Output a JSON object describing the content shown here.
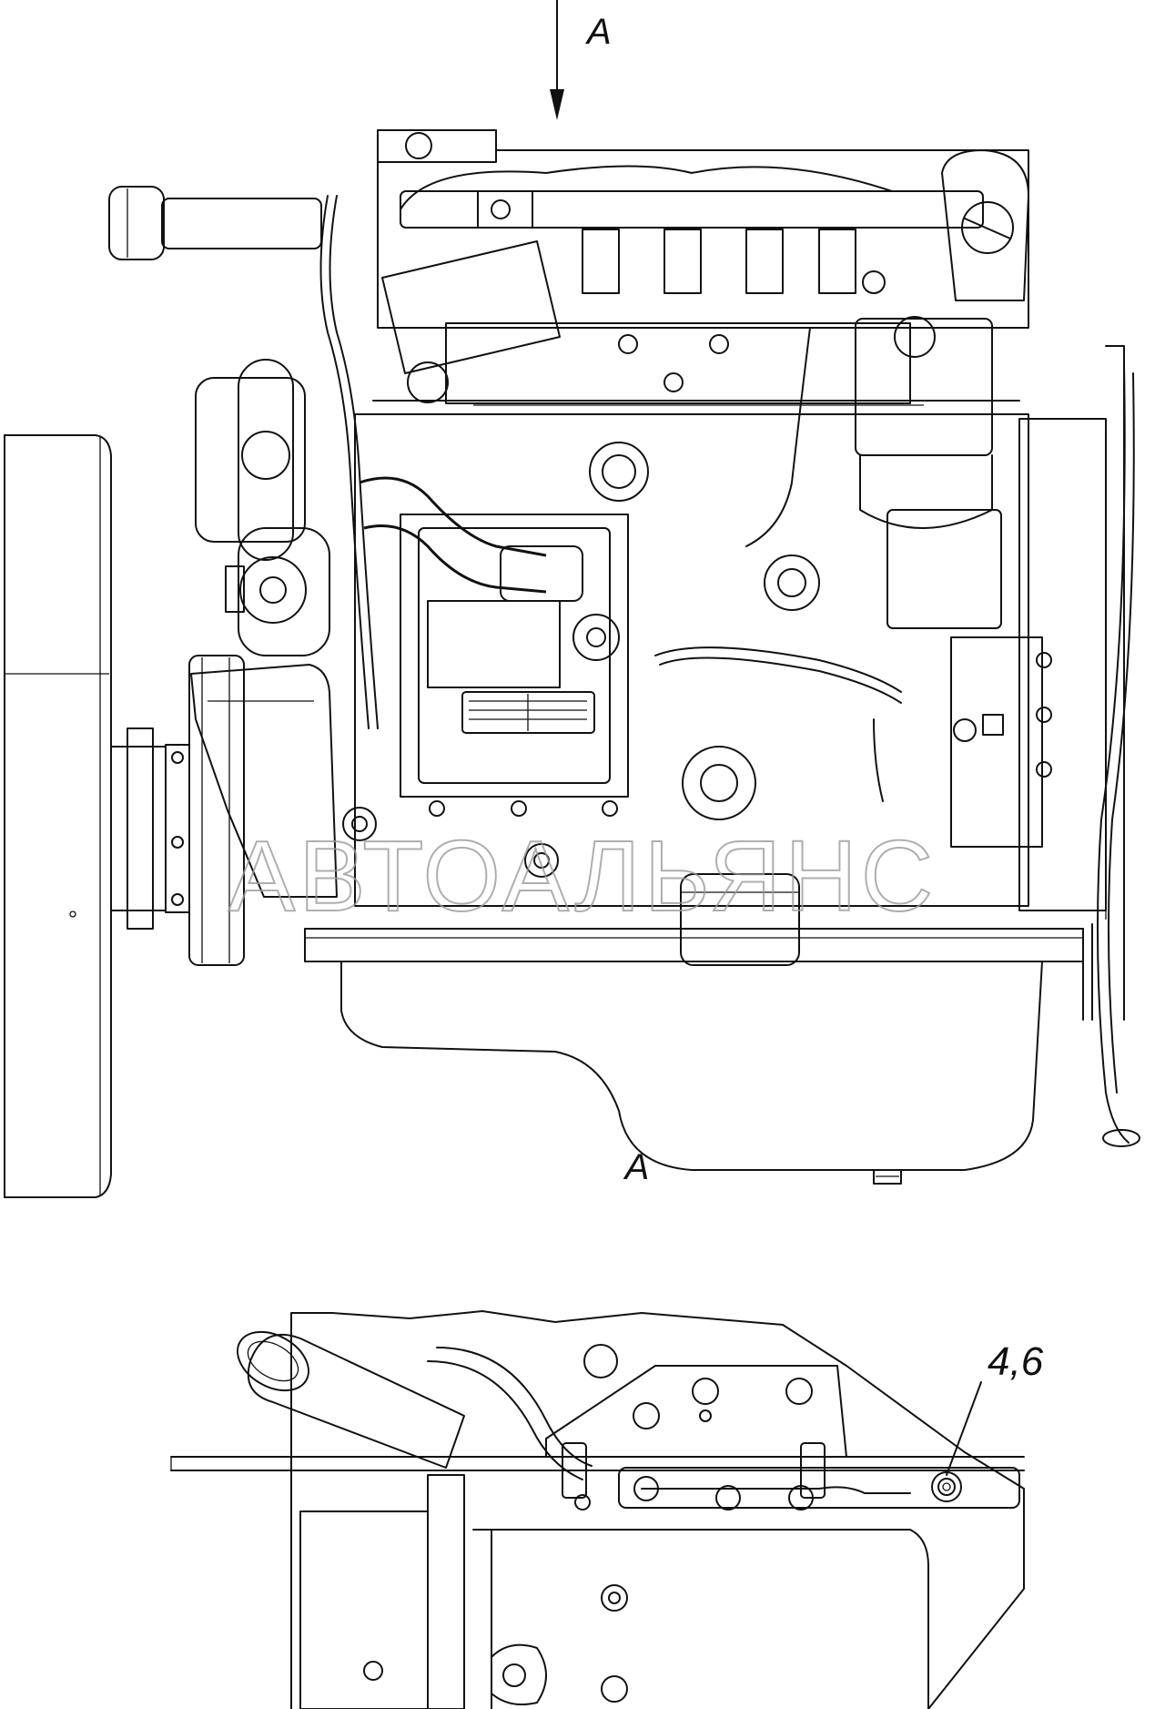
{
  "labels": {
    "view_arrow_top": "A",
    "view_title": "A",
    "callout_46": "4,6"
  },
  "watermark": {
    "text": "АВТОАЛЬЯНС",
    "color": "#9a9a9a"
  },
  "colors": {
    "line": "#111111",
    "background": "#ffffff"
  }
}
